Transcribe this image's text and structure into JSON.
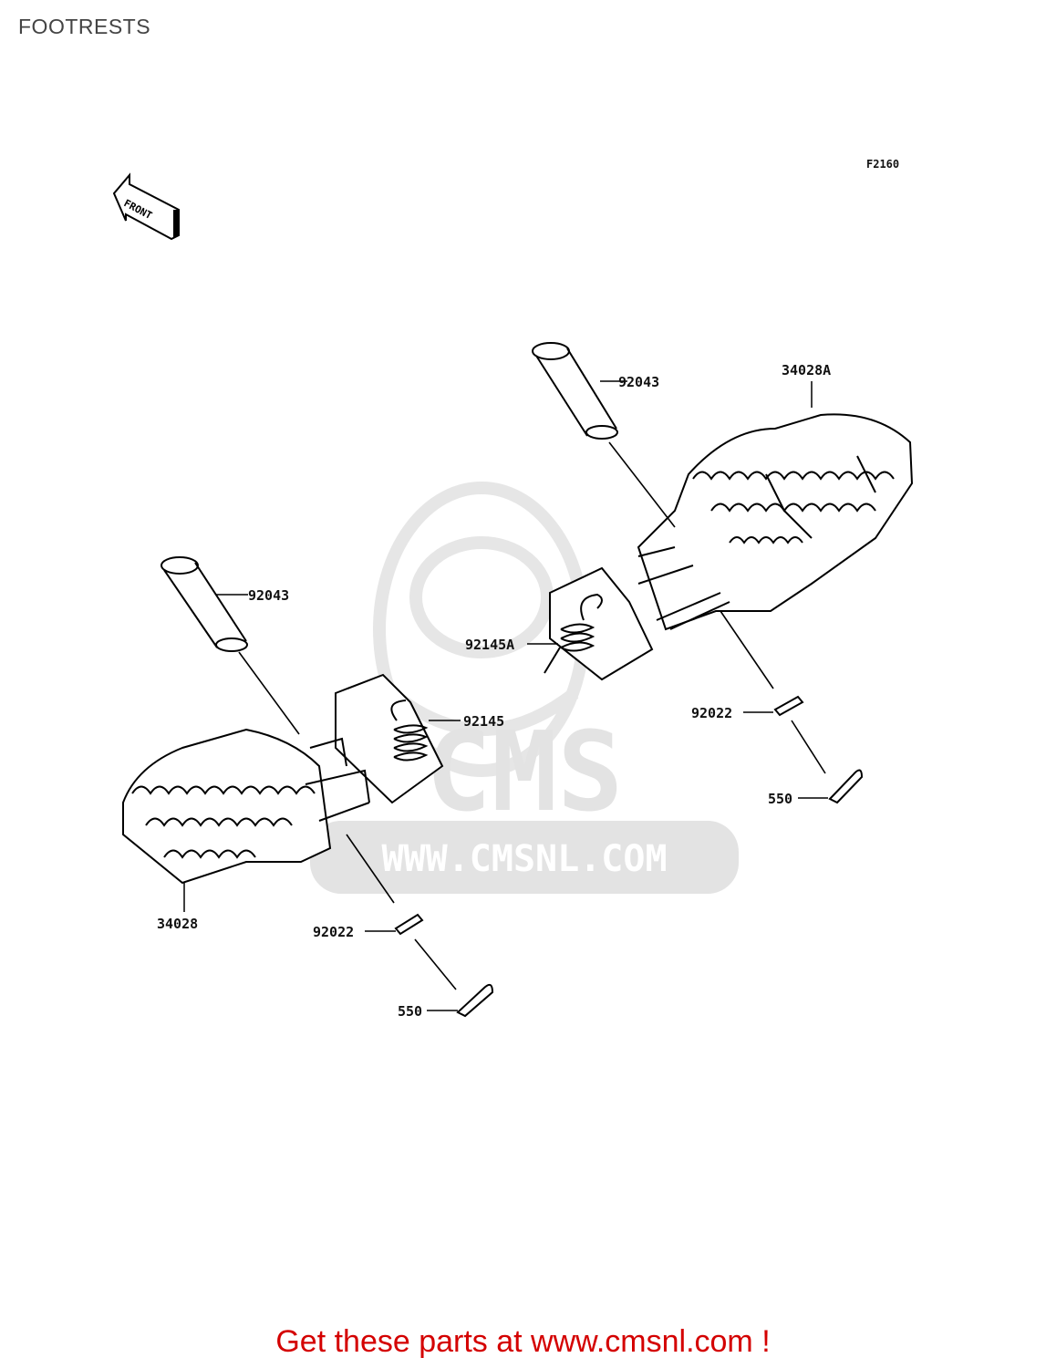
{
  "page": {
    "title": "FOOTRESTS",
    "figure_ref": "F2160",
    "front_arrow_label": "FRONT",
    "footer": "Get these parts at www.cmsnl.com !"
  },
  "watermark": {
    "brand": "CMS",
    "url": "WWW.CMSNL.COM"
  },
  "parts": [
    {
      "number": "92043"
    },
    {
      "number": "34028A"
    },
    {
      "number": "92043"
    },
    {
      "number": "92145A"
    },
    {
      "number": "92145"
    },
    {
      "number": "92022"
    },
    {
      "number": "550"
    },
    {
      "number": "34028"
    },
    {
      "number": "92022"
    },
    {
      "number": "550"
    }
  ],
  "colors": {
    "footer": "#d40000",
    "line_art": "#000000",
    "watermark": "#e3e3e3"
  }
}
